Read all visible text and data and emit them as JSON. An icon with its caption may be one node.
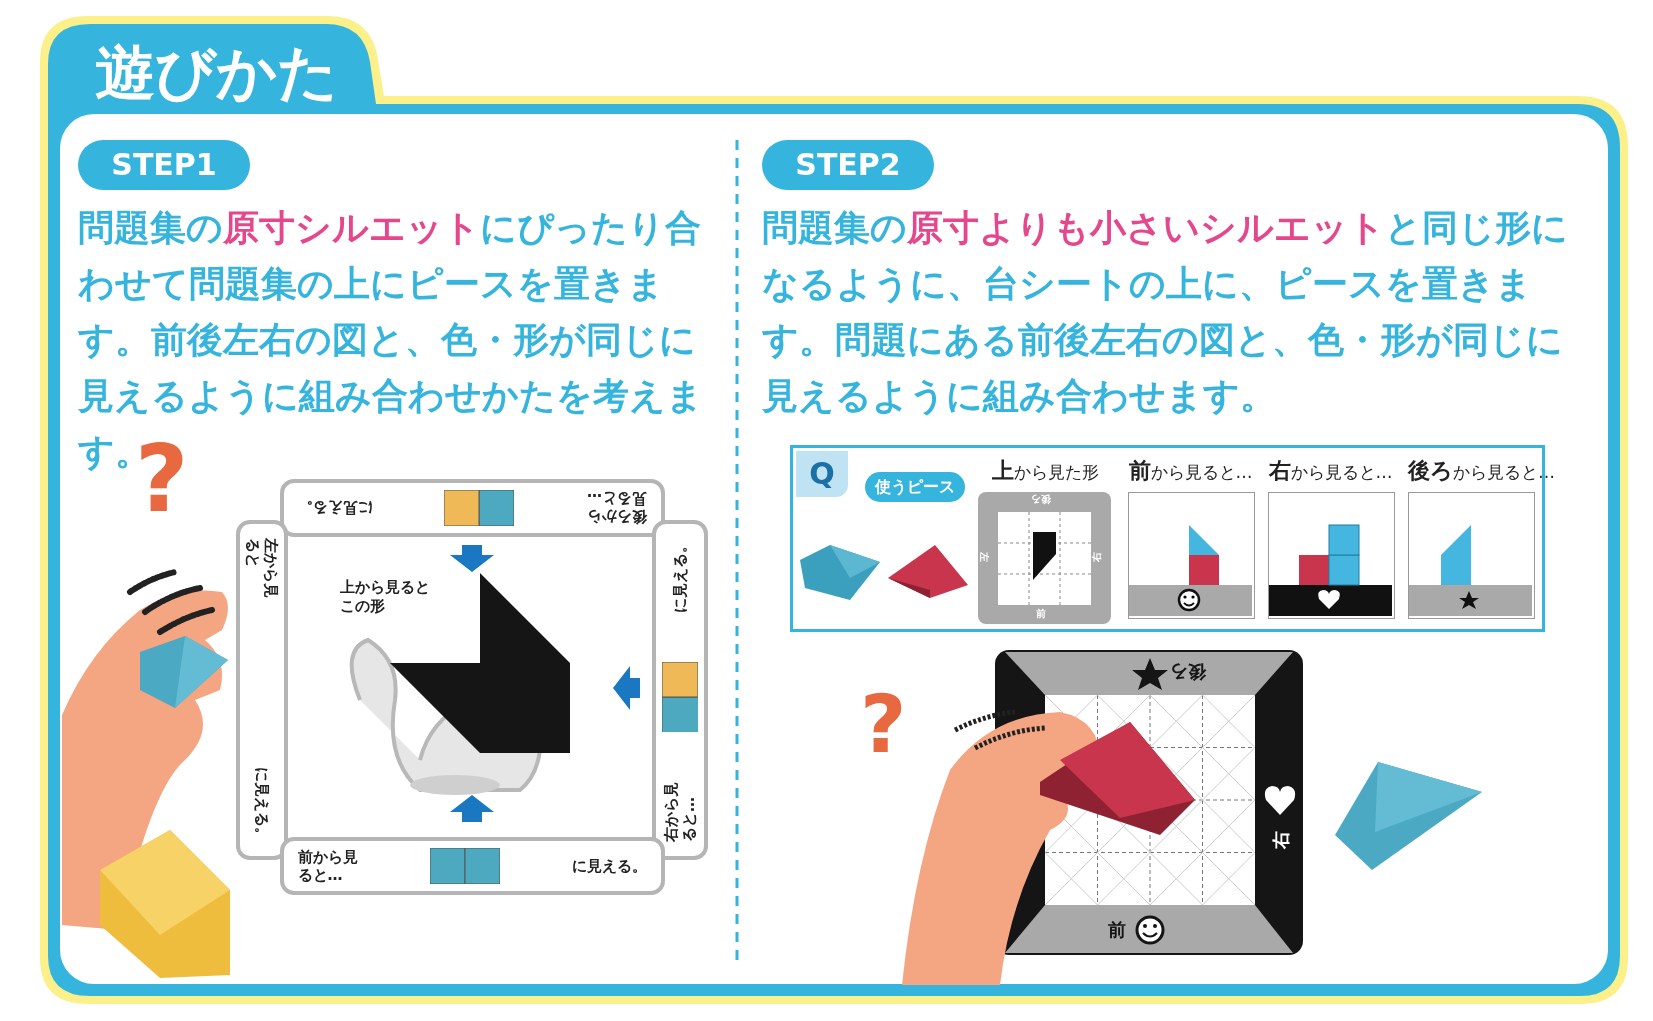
{
  "diagram": {
    "nodes": [
      {
        "text": [
          "遊びかた"
        ]
      },
      {
        "text": [
          "STEP1"
        ]
      },
      {
        "text": [
          "STEP2"
        ]
      },
      {
        "text": [
          "後ろから見ると…",
          "に見える。"
        ]
      },
      {
        "text": [
          "左から見ると",
          "に見える。"
        ]
      },
      {
        "text": [
          "右から見ると…",
          "に見える。"
        ]
      },
      {
        "text": [
          "前から見ると…",
          "に見える。"
        ]
      },
      {
        "text": [],
        "shape": "box"
      },
      {
        "text": [
          "Q"
        ],
        "in": 7
      },
      {
        "text": [
          "使うピース"
        ],
        "in": 7
      },
      {
        "text": [
          "**上**から見た形"
        ],
        "in": 7
      },
      {
        "text": [
          "**前**から見ると…"
        ],
        "in": 7
      },
      {
        "text": [
          "**右**から見ると…"
        ],
        "in": 7
      },
      {
        "text": [
          "**後ろ**から見ると…"
        ],
        "in": 7
      }
    ],
    "labels": [
      "問題集の**原寸シルエット**にぴったり合わせて問題集の上にピースを置きます。前後左右の図と、色・形が同じに見えるように組み合わせかたを考えます。",
      "問題集の**原寸よりも小さいシルエット**と同じ形になるように、台シートの上に、ピースを置きます。問題にある前後左右の図と、色・形が同じに見えるように組み合わせます。",
      "?",
      "上から見るとこの形",
      "後ろ",
      "左",
      "右",
      "前",
      "後ろ",
      "右",
      "前",
      "?"
    ]
  }
}
